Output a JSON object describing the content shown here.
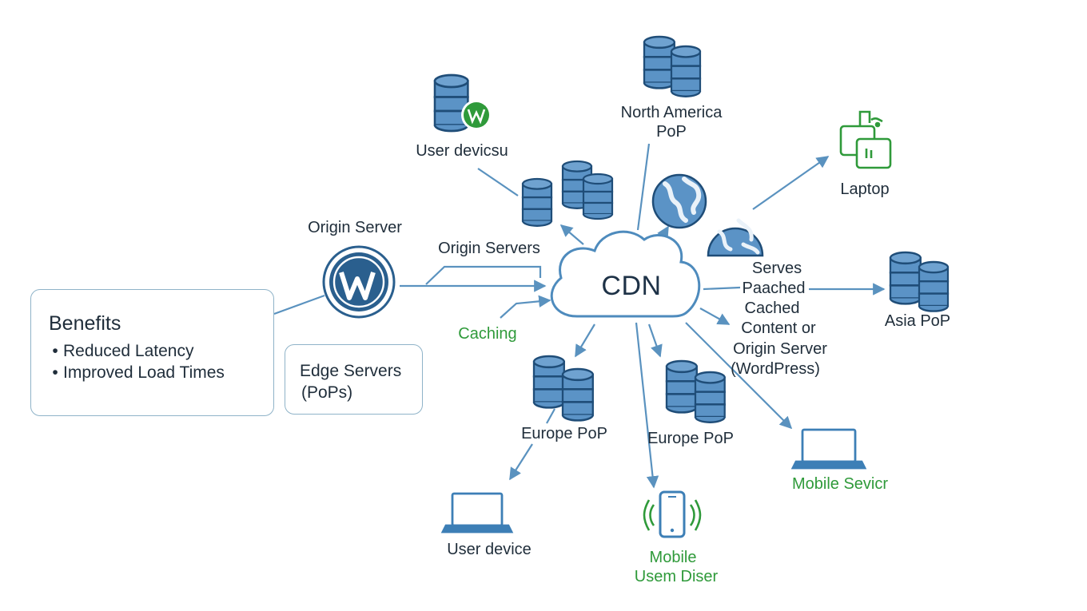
{
  "diagram": {
    "title": "CDN",
    "labels": {
      "origin_server": "Origin Server",
      "origin_servers": "Origin Servers",
      "caching": "Caching",
      "user_devices_top": "User devicsu",
      "north_america_pop": [
        "North America",
        "PoP"
      ],
      "laptop": "Laptop",
      "serves_text": [
        "Serves",
        "Paached",
        "Cached",
        "Content or",
        "Origin Server",
        "(WordPress)"
      ],
      "asia_pop": "Asia PoP",
      "europe_pop_left": "Europe PoP",
      "europe_pop_center": "Europe PoP",
      "mobile_sevicr": "Mobile Sevicr",
      "user_device_bottom": "User device",
      "mobile_user": [
        "Mobile",
        "Usem Diser"
      ]
    },
    "benefits": {
      "title": "Benefits",
      "items": [
        "Reduced Latency",
        "Improved Load Times"
      ]
    },
    "edge_servers": {
      "lines": [
        "Edge Servers",
        "(PoPs)"
      ]
    },
    "icons": {
      "wordpress_logo": "wordpress-logo-icon",
      "server_stack": "database-server-icon",
      "globe": "globe-icon",
      "laptop": "laptop-icon",
      "phone": "mobile-phone-icon",
      "cloud": "cloud-icon"
    },
    "colors": {
      "server_fill": "#5b93c6",
      "server_stroke": "#1f4d78",
      "arrow": "#5a92bf",
      "green_accent": "#2f9a3a",
      "wordpress_blue": "#2a5f8e",
      "box_border": "#8fb3c8"
    }
  }
}
